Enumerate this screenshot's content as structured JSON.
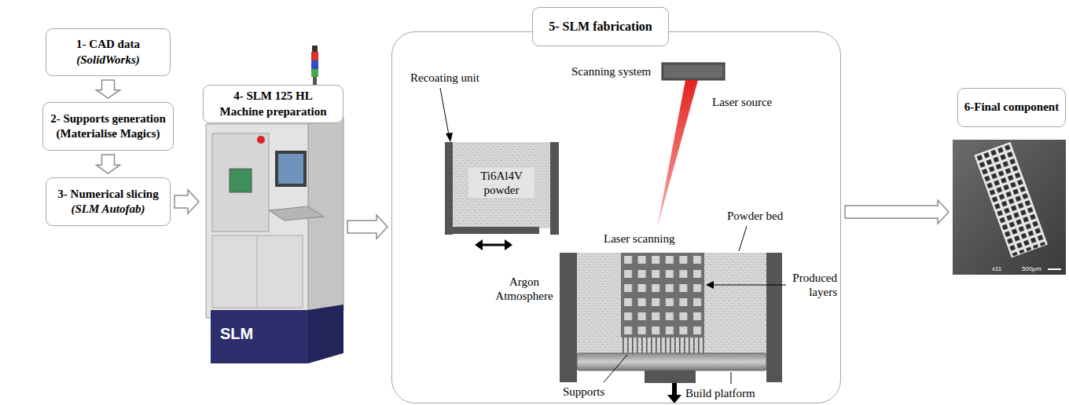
{
  "diagram": {
    "nodes": [
      {
        "text": [
          "1- CAD data",
          "(SolidWorks)"
        ]
      },
      {
        "text": [
          "2- Supports generation",
          "(Materialise Magics)"
        ]
      },
      {
        "text": [
          "3- Numerical slicing",
          "(SLM Autofab)"
        ]
      },
      {
        "text": [
          "4- SLM 125 HL Machine preparation"
        ]
      },
      {
        "text": [
          "5- SLM fabrication"
        ]
      },
      {
        "text": [
          "6-Final component"
        ]
      }
    ],
    "edges": [
      {
        "from": 0,
        "to": 1,
        "arrow": "to"
      },
      {
        "from": 1,
        "to": 2,
        "arrow": "to"
      },
      {
        "from": 2,
        "to": 3,
        "arrow": "to"
      },
      {
        "from": 3,
        "to": 4,
        "arrow": "to"
      },
      {
        "from": 4,
        "to": 5,
        "arrow": "to"
      }
    ],
    "labels": [
      "Scanning system",
      "Laser source",
      "Recoating unit",
      "Ti6Al4V powder",
      "Laser scanning",
      "Powder bed",
      "Argon Atmosphere",
      "Produced layers",
      "Supports",
      "Build platform",
      "SLM",
      "x11",
      "500µm"
    ]
  }
}
